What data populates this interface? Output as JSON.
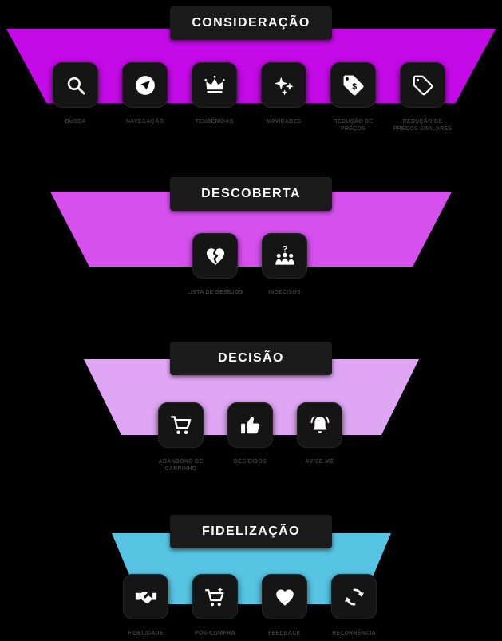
{
  "funnel": {
    "stages": [
      {
        "title": "CONSIDERAÇÃO",
        "color": "#c50ae8",
        "items": [
          {
            "icon": "search-icon",
            "label": "BUSCA"
          },
          {
            "icon": "navigation-icon",
            "label": "NAVEGAÇÃO"
          },
          {
            "icon": "crown-icon",
            "label": "TENDÊNCIAS"
          },
          {
            "icon": "sparkles-icon",
            "label": "NOVIDADES"
          },
          {
            "icon": "price-tag-dollar-icon",
            "label": "REDUÇÃO DE PREÇOS"
          },
          {
            "icon": "price-tag-icon",
            "label": "REDUÇÃO DE PREÇOS SIMILARES"
          }
        ]
      },
      {
        "title": "DESCOBERTA",
        "color": "#d650ee",
        "items": [
          {
            "icon": "broken-heart-icon",
            "label": "LISTA DE DESEJOS"
          },
          {
            "icon": "undecided-group-icon",
            "label": "INDECISOS"
          }
        ]
      },
      {
        "title": "DECISÃO",
        "color": "#dfa6f3",
        "items": [
          {
            "icon": "cart-icon",
            "label": "ABANDONO DE CARRINHO"
          },
          {
            "icon": "thumbs-up-icon",
            "label": "DECIDIDOS"
          },
          {
            "icon": "bell-icon",
            "label": "AVISE-ME"
          }
        ]
      },
      {
        "title": "FIDELIZAÇÃO",
        "color": "#56c4e2",
        "items": [
          {
            "icon": "handshake-icon",
            "label": "FIDELIDADE"
          },
          {
            "icon": "repurchase-cart-icon",
            "label": "PÓS-COMPRA"
          },
          {
            "icon": "heart-icon",
            "label": "FEEDBACK"
          },
          {
            "icon": "refresh-icon",
            "label": "RECORRÊNCIA"
          }
        ]
      }
    ]
  }
}
